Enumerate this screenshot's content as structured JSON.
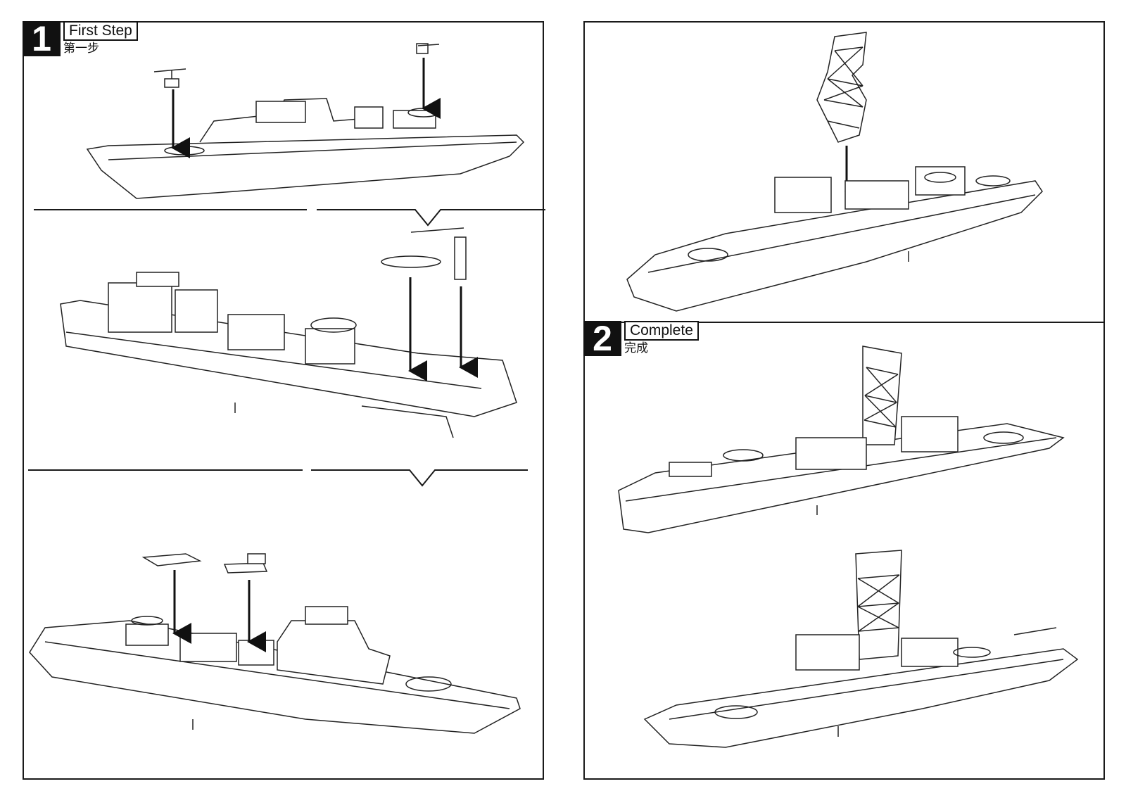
{
  "steps": [
    {
      "number": "1",
      "title": "First Step",
      "subtitle": "第一步"
    },
    {
      "number": "2",
      "title": "Complete",
      "subtitle": "完成"
    }
  ]
}
